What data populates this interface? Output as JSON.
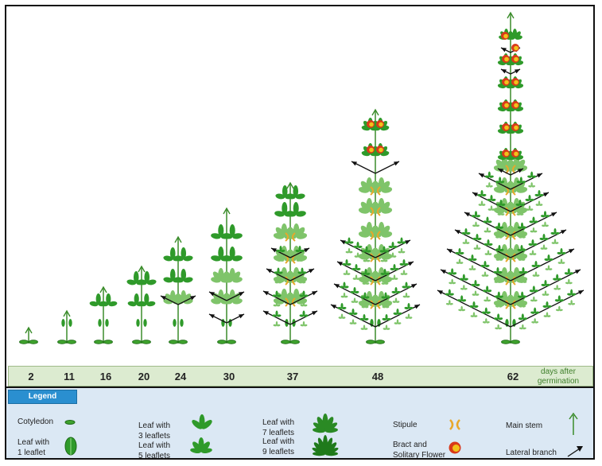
{
  "days": [
    "2",
    "11",
    "16",
    "20",
    "24",
    "30",
    "37",
    "48",
    "62"
  ],
  "days_caption_line1": "days after",
  "days_caption_line2": "germination",
  "legend": {
    "title": "Legend",
    "cotyledon": "Cotyledon",
    "leaf1_l1": "Leaf with",
    "leaf1_l2": "1 leaflet",
    "leaf3_l1": "Leaf with",
    "leaf3_l2": "3 leaflets",
    "leaf5_l1": "Leaf with",
    "leaf5_l2": "5 leaflets",
    "leaf7_l1": "Leaf with",
    "leaf7_l2": "7 leaflets",
    "leaf9_l1": "Leaf with",
    "leaf9_l2": "9 leaflets",
    "stipule": "Stipule",
    "flower_l1": "Bract and",
    "flower_l2": "Solitary Flower",
    "main_stem": "Main stem",
    "lateral_branch": "Lateral branch"
  },
  "colors": {
    "stem": "#3a8c2a",
    "leaf": "#2f9a2a",
    "leaf_light": "#7fc46a",
    "stipule": "#e8a82a",
    "flower_red": "#d93a1a",
    "flower_yellow": "#f2c21a",
    "arrow_black": "#111111"
  }
}
